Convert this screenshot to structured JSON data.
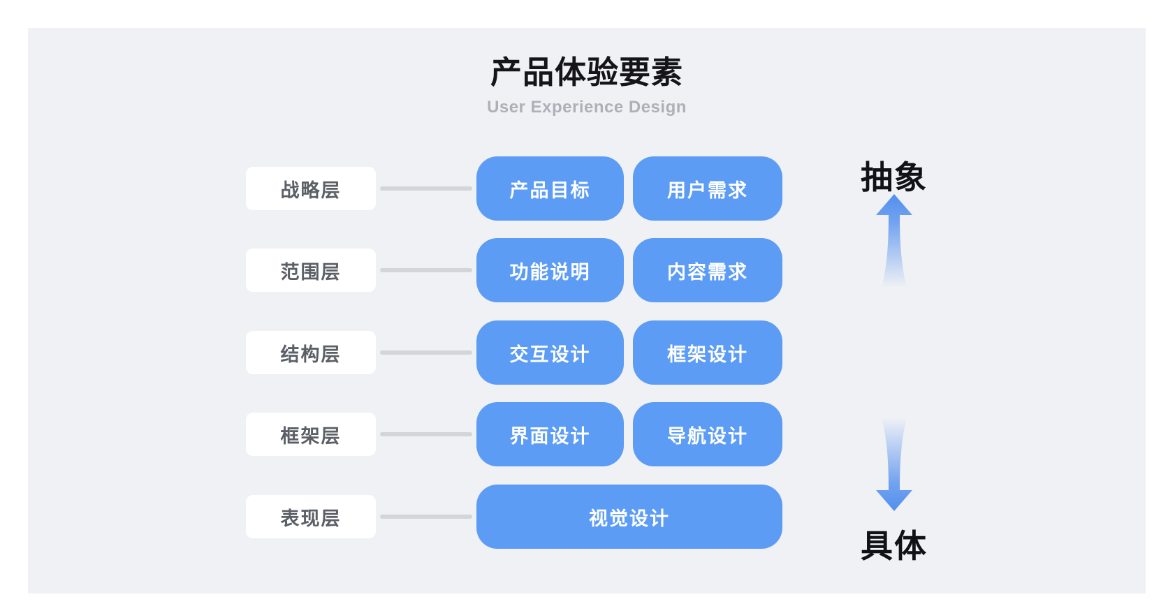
{
  "title": "产品体验要素",
  "subtitle": "User Experience Design",
  "axis": {
    "top_label": "抽象",
    "bottom_label": "具体"
  },
  "rows": [
    {
      "label": "战略层",
      "boxes": [
        "产品目标",
        "用户需求"
      ]
    },
    {
      "label": "范围层",
      "boxes": [
        "功能说明",
        "内容需求"
      ]
    },
    {
      "label": "结构层",
      "boxes": [
        "交互设计",
        "框架设计"
      ]
    },
    {
      "label": "框架层",
      "boxes": [
        "界面设计",
        "导航设计"
      ]
    },
    {
      "label": "表现层",
      "boxes": [
        "视觉设计"
      ]
    }
  ],
  "colors": {
    "page_bg": "#ffffff",
    "panel_bg": "#f0f1f5",
    "box_blue": "#5c9cf5",
    "box_text": "#ffffff",
    "label_box_bg": "#ffffff",
    "label_text": "#5b5f66",
    "connector_gray": "#d3d5d9",
    "subtitle_gray": "#adb0b7",
    "title_color": "#151517",
    "arrow_blue": "#538fee"
  }
}
